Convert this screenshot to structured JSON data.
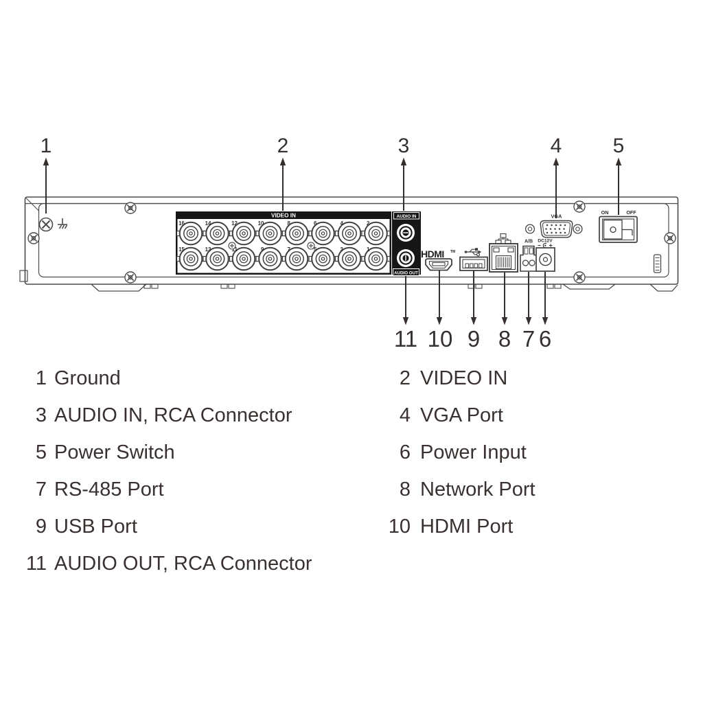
{
  "colors": {
    "line": "#4b4b4b",
    "panel_black": "#161616",
    "text": "#38312f",
    "white": "#ffffff"
  },
  "rear_panel": {
    "video_in_label": "VIDEO IN",
    "bnc_top": [
      "16",
      "14",
      "12",
      "10",
      "8",
      "6",
      "4",
      "2"
    ],
    "bnc_bottom": [
      "15",
      "13",
      "11",
      "9",
      "7",
      "5",
      "3",
      "1"
    ],
    "audio_in_label": "AUDIO IN",
    "audio_out_label": "AUDIO OUT",
    "hdmi_logo": "HDMI",
    "hdmi_tm": "TM",
    "vga_label": "VGA",
    "rs485_label": "A/B",
    "dc_label": "DC12V",
    "power_on": "ON",
    "power_off": "OFF"
  },
  "callouts": {
    "top": [
      {
        "num": "1"
      },
      {
        "num": "2"
      },
      {
        "num": "3"
      },
      {
        "num": "4"
      },
      {
        "num": "5"
      }
    ],
    "bottom": [
      {
        "num": "11"
      },
      {
        "num": "10"
      },
      {
        "num": "9"
      },
      {
        "num": "8"
      },
      {
        "num": "7"
      },
      {
        "num": "6"
      }
    ]
  },
  "legend": {
    "left": [
      {
        "num": "1",
        "label": "Ground"
      },
      {
        "num": "3",
        "label": "AUDIO IN, RCA Connector"
      },
      {
        "num": "5",
        "label": "Power Switch"
      },
      {
        "num": "7",
        "label": "RS-485 Port"
      },
      {
        "num": "9",
        "label": "USB Port"
      },
      {
        "num": "11",
        "label": "AUDIO OUT, RCA Connector"
      }
    ],
    "right": [
      {
        "num": "2",
        "label": "VIDEO IN"
      },
      {
        "num": "4",
        "label": "VGA Port"
      },
      {
        "num": "6",
        "label": "Power Input"
      },
      {
        "num": "8",
        "label": "Network Port"
      },
      {
        "num": "10",
        "label": "HDMI Port"
      }
    ]
  }
}
